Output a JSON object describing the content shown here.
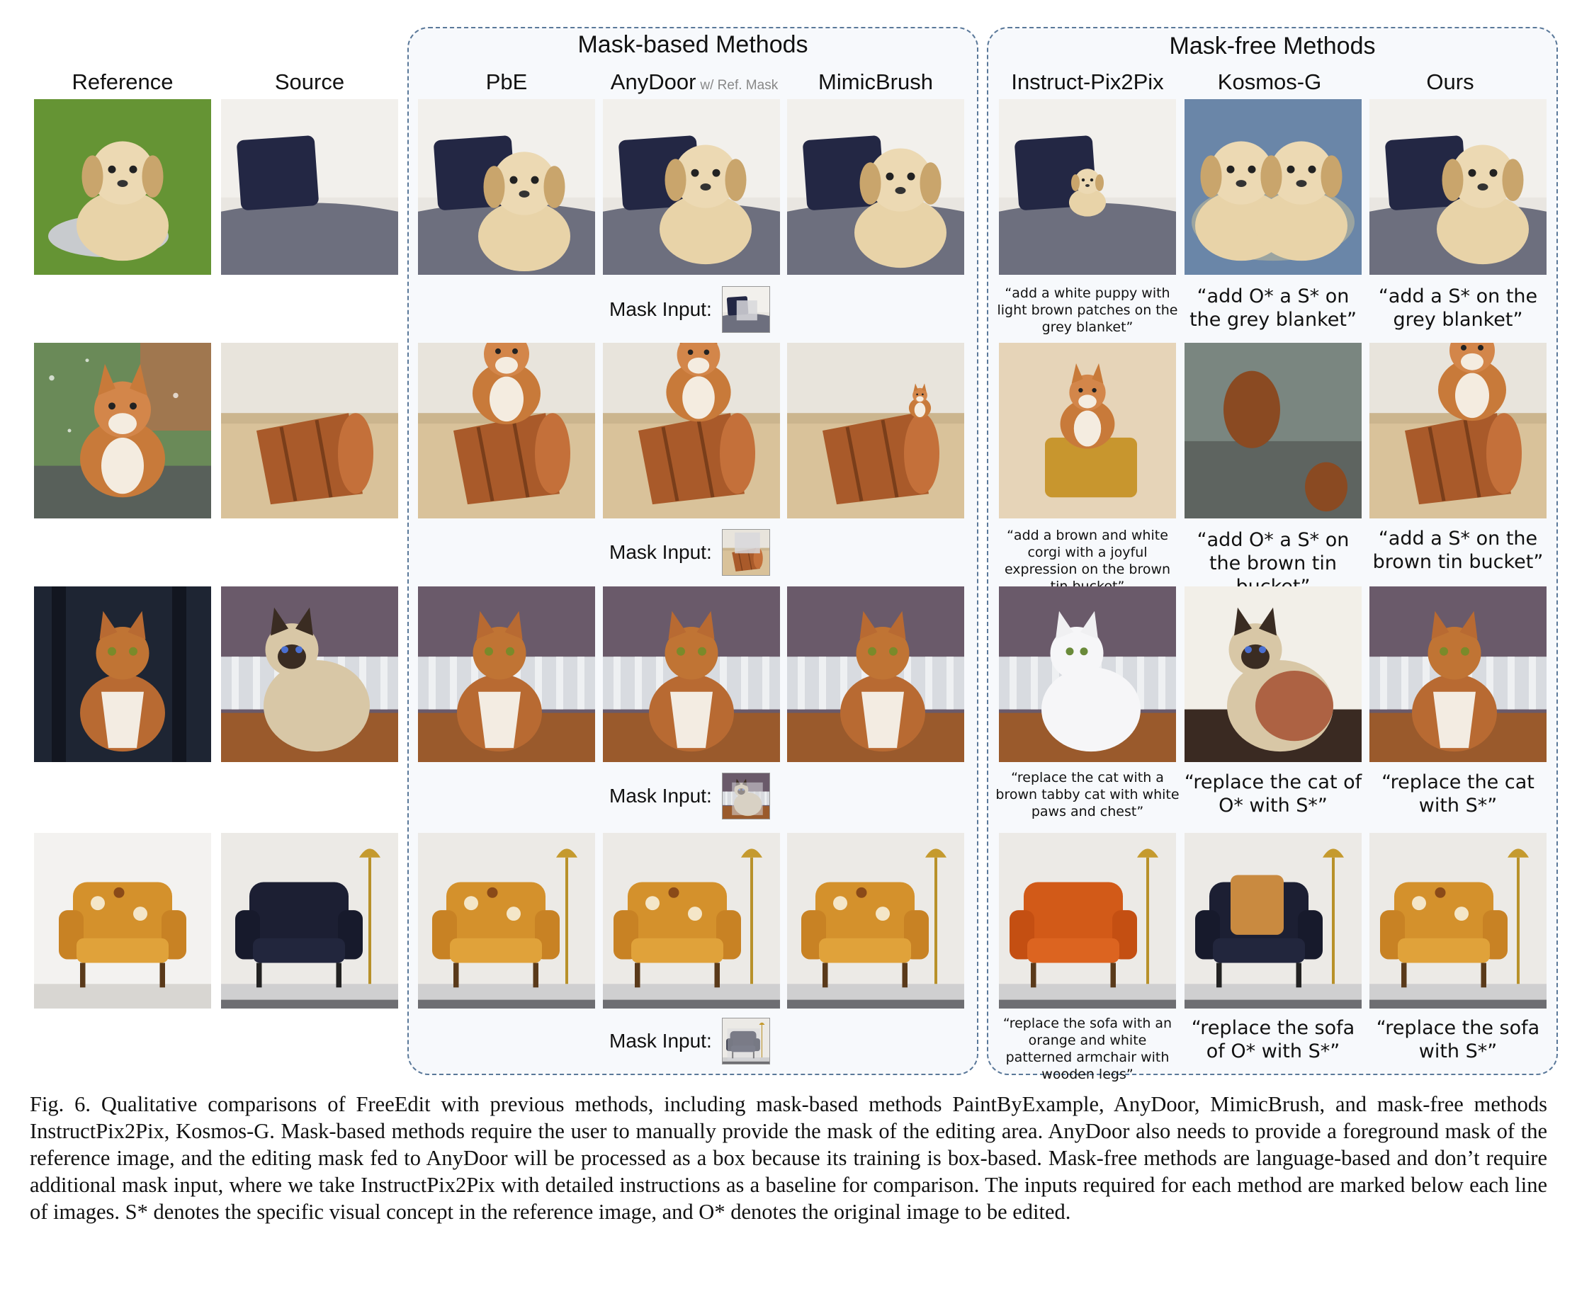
{
  "groups": {
    "mask_based": "Mask-based Methods",
    "mask_free": "Mask-free Methods"
  },
  "columns": {
    "reference": "Reference",
    "source": "Source",
    "pbe": "PbE",
    "anydoor": "AnyDoor",
    "anydoor_note": "w/ Ref. Mask",
    "mimicbrush": "MimicBrush",
    "ip2p": "Instruct-Pix2Pix",
    "kosmos": "Kosmos-G",
    "ours": "Ours"
  },
  "mask_label": "Mask Input:",
  "rows": [
    {
      "subject": "puppy",
      "ip2p_prompt": "“add a white puppy with light brown patches on the grey blanket”",
      "kosmos_prompt": "“add O* a S* on the grey blanket”",
      "ours_prompt": "“add a S* on the grey blanket”"
    },
    {
      "subject": "corgi",
      "ip2p_prompt": "“add a brown and white corgi with a joyful expression on the brown tin bucket”",
      "kosmos_prompt": "“add O* a S* on the brown tin bucket”",
      "ours_prompt": "“add a S* on the brown tin bucket”"
    },
    {
      "subject": "cat",
      "ip2p_prompt": "“replace the cat with a brown tabby cat with white paws and chest”",
      "kosmos_prompt": "“replace the cat of O* with S*”",
      "ours_prompt": "“replace the cat with S*”"
    },
    {
      "subject": "armchair",
      "ip2p_prompt": "“replace the sofa with an orange and white patterned armchair with wooden legs”",
      "kosmos_prompt": "“replace the sofa of O* with S*”",
      "ours_prompt": "“replace the sofa with S*”"
    }
  ],
  "caption": "Fig. 6.  Qualitative comparisons of FreeEdit with previous methods, including mask-based methods PaintByExample, AnyDoor, MimicBrush, and mask-free methods InstructPix2Pix, Kosmos-G. Mask-based methods require the user to manually provide the mask of the editing area. AnyDoor also needs to provide a foreground mask of the reference image, and the editing mask fed to AnyDoor will be processed as a box because its training is box-based. Mask-free methods are language-based and don’t require additional mask input, where we take InstructPix2Pix with detailed instructions as a baseline for comparison. The inputs required for each method are marked below each line of images. S* denotes the specific visual concept in the reference image, and O* denotes the original image to be edited.",
  "colors": {
    "box_border": "#5a7899",
    "box_fill": "#f7f9fc"
  }
}
